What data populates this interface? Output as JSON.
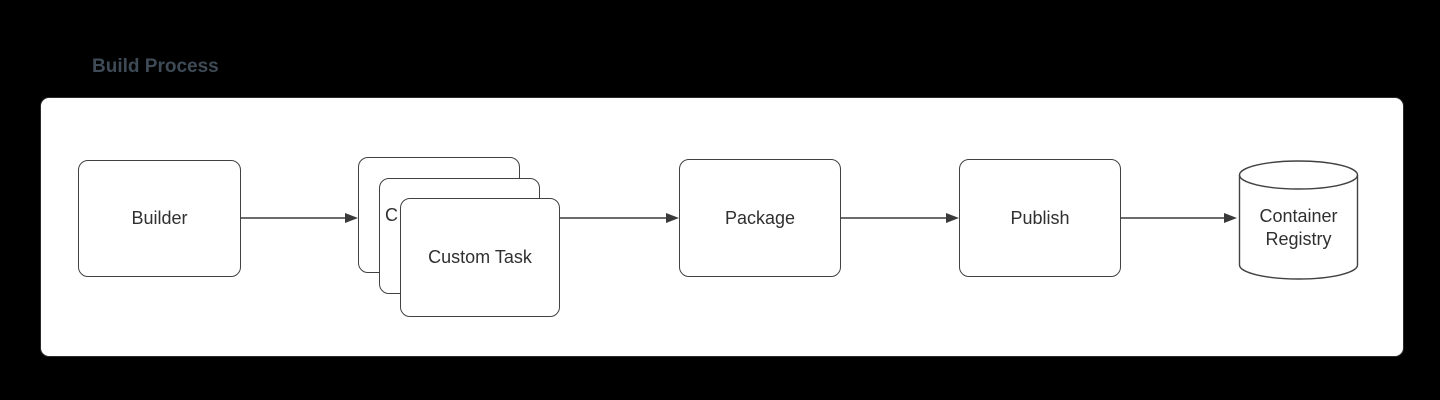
{
  "diagram": {
    "title": "Build Process",
    "nodes": [
      {
        "id": "builder",
        "label": "Builder",
        "shape": "rounded-rectangle"
      },
      {
        "id": "custom-task",
        "label": "Custom Task",
        "shape": "stacked-rounded-rectangles"
      },
      {
        "id": "package",
        "label": "Package",
        "shape": "rounded-rectangle"
      },
      {
        "id": "publish",
        "label": "Publish",
        "shape": "rounded-rectangle"
      },
      {
        "id": "container-registry",
        "label": "Container Registry",
        "shape": "cylinder"
      }
    ],
    "connectors": [
      {
        "from": "Builder",
        "to": "Custom Task"
      },
      {
        "from": "Custom Task",
        "to": "Package"
      },
      {
        "from": "Package",
        "to": "Publish"
      },
      {
        "from": "Publish",
        "to": "Container Registry"
      }
    ],
    "colors": {
      "page_background": "#000000",
      "panel_background": "#ffffff",
      "node_border": "#414141",
      "node_text": "#303030",
      "title_text": "#3e4b57",
      "arrow": "#3a3a3a"
    }
  }
}
